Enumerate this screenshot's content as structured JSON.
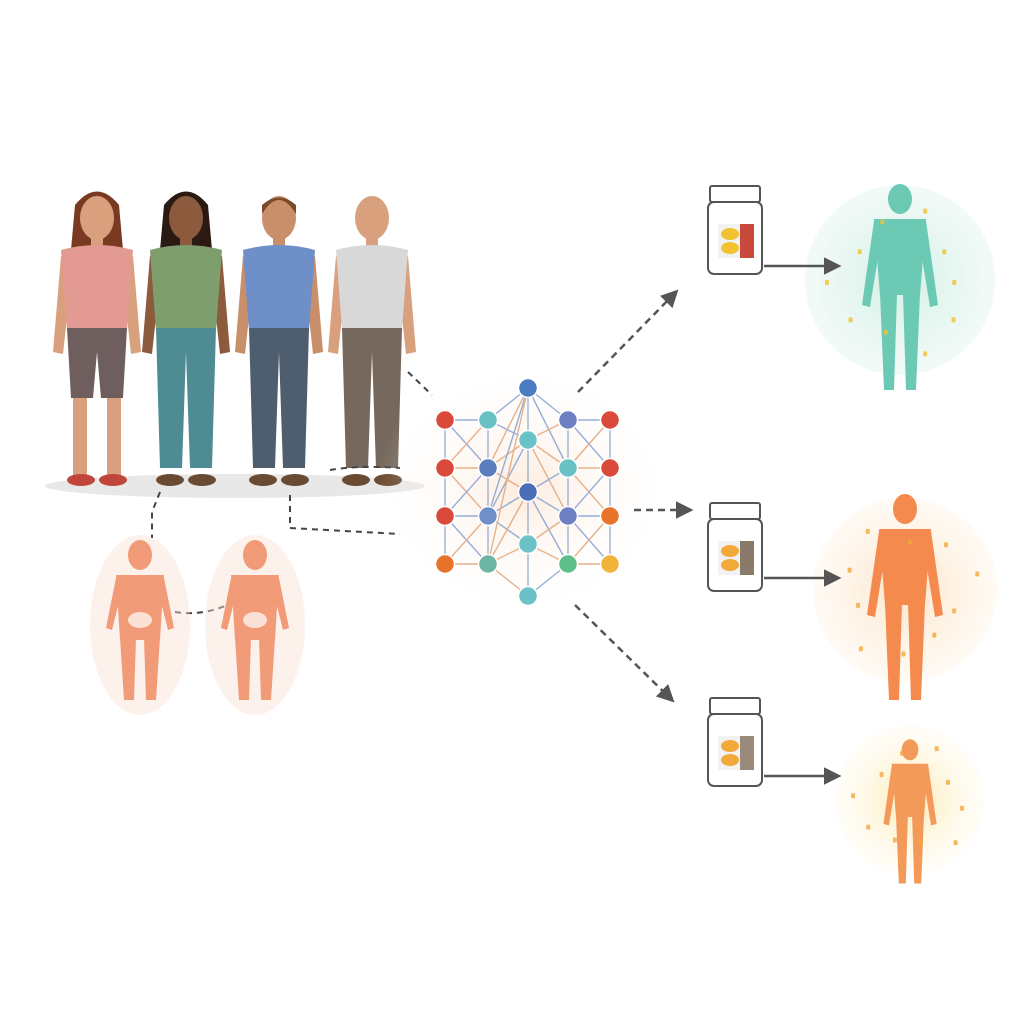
{
  "diagram": {
    "colors": {
      "background": "#ffffff",
      "arrow": "#555555",
      "dashed_connector": "#444444",
      "response_teal": "#6cc9b4",
      "response_orange": "#f58a4e",
      "response_yellow": "#f6c85c",
      "body_scan": "#f08a62"
    },
    "patients": [
      {
        "name": "patient-woman-long-hair",
        "shirt": "#e39a92",
        "pants": "#6e5f5e",
        "skin": "#d9a07e",
        "hair": "#7a3a22"
      },
      {
        "name": "patient-woman-curly-hair",
        "shirt": "#7e9e6e",
        "pants": "#4e8b93",
        "skin": "#8c5a3c",
        "hair": "#2a1a12"
      },
      {
        "name": "patient-man-back-turned",
        "shirt": "#6f8fc8",
        "pants": "#4f5e6e",
        "skin": "#c98e6a",
        "hair": "#7a4a2a"
      },
      {
        "name": "patient-bald-man",
        "shirt": "#d8d8d8",
        "pants": "#76685c",
        "skin": "#d9a07e",
        "hair": "#c98e6a"
      }
    ],
    "network": {
      "layers": [
        [
          "#d94a3c",
          "#d94a3c",
          "#d94a3c",
          "#e8742c"
        ],
        [
          "#6ac1c6",
          "#5b7ec0",
          "#6f8fc8",
          "#6bb7a4"
        ],
        [
          "#4a7cc4",
          "#6ac1c6",
          "#4a6eb8",
          "#6ac1c6",
          "#6ac1c6"
        ],
        [
          "#6f7fc4",
          "#6ac1c6",
          "#6f7fc4",
          "#5fbf8a"
        ],
        [
          "#d94a3c",
          "#d94a3c",
          "#e8742c",
          "#f0b43a"
        ]
      ]
    },
    "outcomes": [
      {
        "name": "outcome-top",
        "pill": "#f2c230",
        "label_band": "#c94a3c",
        "body": "#6cc9b4",
        "halo": "#cfeee4"
      },
      {
        "name": "outcome-middle",
        "pill": "#f2a93a",
        "label_band": "#8a7a6a",
        "body": "#f58a4e",
        "halo": "#fde3c6"
      },
      {
        "name": "outcome-bottom",
        "pill": "#f2a93a",
        "label_band": "#9a8a7a",
        "body": "#f39a5a",
        "halo": "#fdecc0"
      }
    ]
  }
}
